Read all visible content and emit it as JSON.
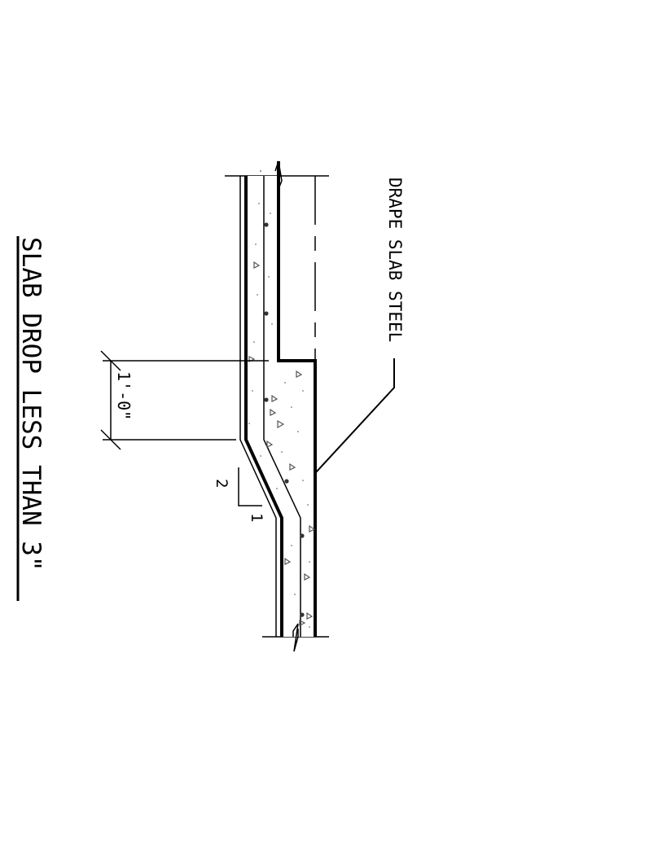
{
  "title": "SLAB DROP LESS THAN 3\"",
  "note": "DRAPE SLAB STEEL",
  "dimension": "1'-0\"",
  "slope": {
    "rise": "1",
    "run": "2"
  },
  "colors": {
    "line": "#000000",
    "aggregate": "#555555",
    "background": "#ffffff"
  }
}
